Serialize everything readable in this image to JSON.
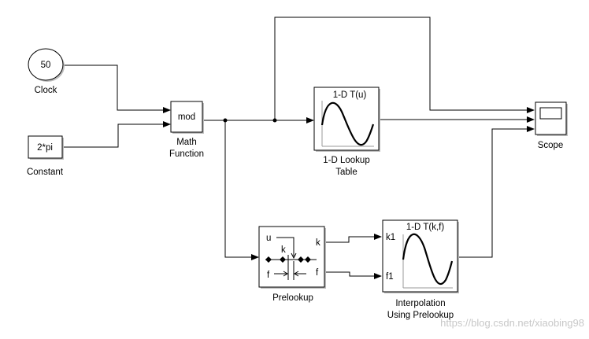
{
  "blocks": {
    "clock": {
      "value": "50",
      "label": "Clock"
    },
    "constant": {
      "value": "2*pi",
      "label": "Constant"
    },
    "math": {
      "value": "mod",
      "label1": "Math",
      "label2": "Function"
    },
    "lookup": {
      "title": "1-D T(u)",
      "label1": "1-D Lookup",
      "label2": "Table"
    },
    "scope": {
      "label": "Scope"
    },
    "prelookup": {
      "port_u": "u",
      "port_k_in": "k",
      "port_f_in": "f",
      "port_k_out": "k",
      "port_f_out": "f",
      "label": "Prelookup"
    },
    "interp": {
      "title": "1-D T(k,f)",
      "port_k1": "k1",
      "port_f1": "f1",
      "label1": "Interpolation",
      "label2": "Using Prelookup"
    }
  },
  "watermark": "https://blog.csdn.net/xiaobing98"
}
